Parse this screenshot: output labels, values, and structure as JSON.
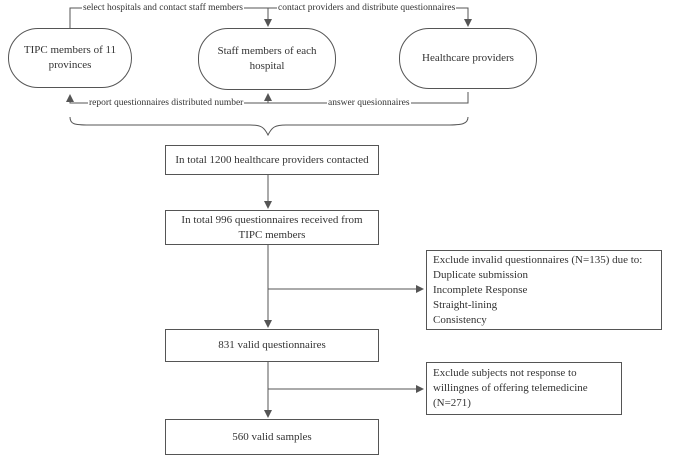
{
  "roles": {
    "tipc": "TIPC members of 11\nprovinces",
    "staff": "Staff members of each\nhospital",
    "providers": "Healthcare providers"
  },
  "edges": {
    "select": "select hospitals and contact staff members",
    "contact": "contact providers and distribute questionnaires",
    "report": "report questionnaires distributed number",
    "answer": "answer quesionnaires"
  },
  "flow": {
    "contacted": "In total 1200 healthcare providers contacted",
    "received": "In total 996 questionnaires received from\nTIPC members",
    "valid": "831 valid questionnaires",
    "samples": "560 valid samples"
  },
  "exclusions": {
    "invalid": "Exclude invalid questionnaires (N=135) due to:\nDuplicate submission\nIncomplete Response\nStraight-lining\nConsistency",
    "nonresponse": "Exclude subjects not response to\nwillingnes of offering telemedicine\n  (N=271)"
  }
}
